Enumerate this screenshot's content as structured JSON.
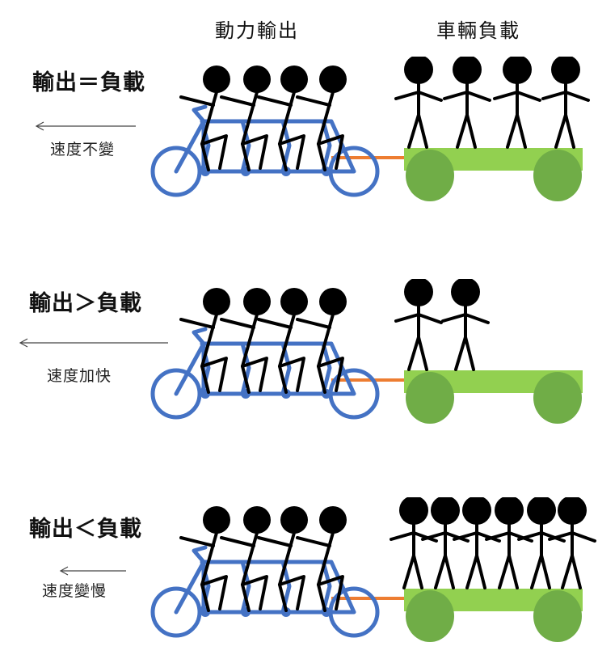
{
  "headers": {
    "power_output": "動力輸出",
    "vehicle_load": "車輛負載"
  },
  "scenarios": [
    {
      "relation": "輸出＝負載",
      "speed_label": "速度不變",
      "passengers": 4
    },
    {
      "relation": "輸出＞負載",
      "speed_label": "速度加快",
      "passengers": 2
    },
    {
      "relation": "輸出＜負載",
      "speed_label": "速度變慢",
      "passengers": 6
    }
  ],
  "riders_per_bike": 4,
  "colors": {
    "bike": "#4472c4",
    "cart_deck": "#92d050",
    "cart_wheel": "#70ad47",
    "tow_bar": "#ed7d31",
    "figure": "#000000"
  }
}
